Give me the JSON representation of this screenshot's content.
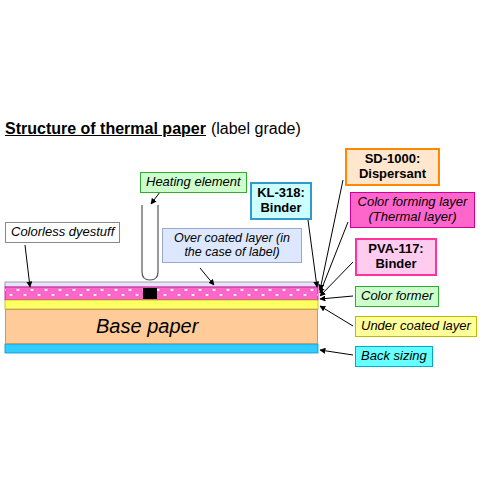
{
  "diagram": {
    "title": "Structure of thermal paper",
    "nodes": [
      {
        "text": [
          "Heating element"
        ]
      },
      {
        "text": [
          "SD-1000: Dispersant"
        ]
      },
      {
        "text": [
          "KL-318: Binder"
        ]
      },
      {
        "text": [
          "Colorless dyestuff"
        ]
      },
      {
        "text": [
          "Color forming layer (Thermal layer)"
        ]
      },
      {
        "text": [
          "Over coated layer (in the case of label)"
        ]
      },
      {
        "text": [
          "PVA-117: Binder"
        ]
      },
      {
        "text": [
          "Color former"
        ]
      },
      {
        "text": [
          "Under coated layer"
        ]
      },
      {
        "text": [
          "Base paper"
        ]
      },
      {
        "text": [
          "Back sizing"
        ]
      }
    ],
    "labels": [
      "(label grade)"
    ]
  }
}
